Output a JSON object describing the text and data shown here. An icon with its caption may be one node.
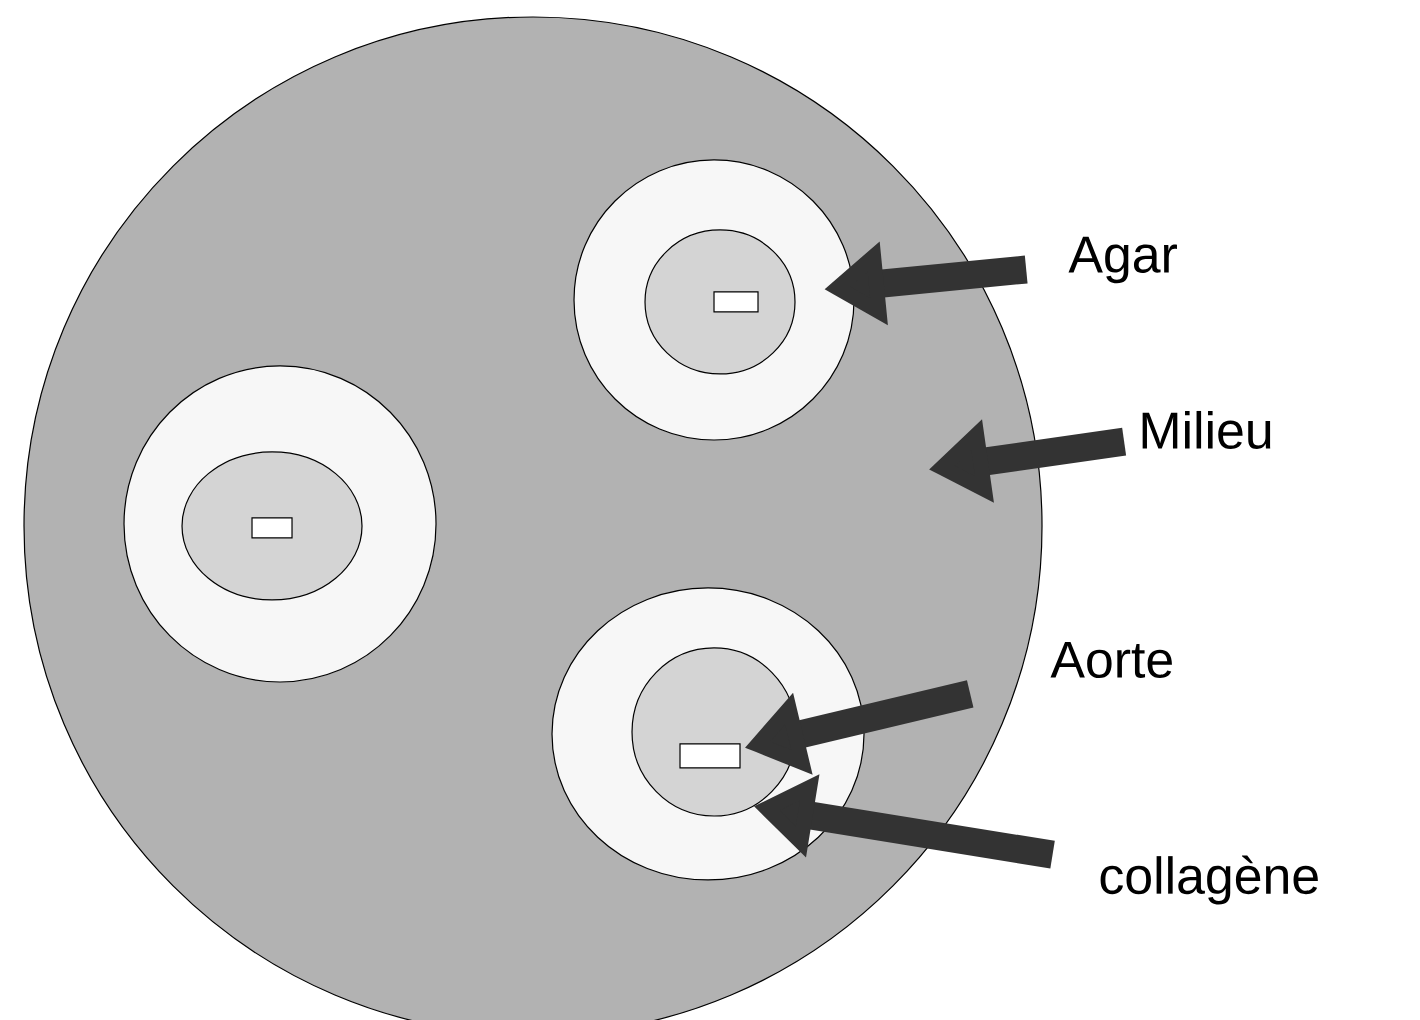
{
  "diagram": {
    "nodes": [
      {
        "text": [],
        "shape": "circle"
      },
      {
        "text": [],
        "shape": "circle",
        "in": 0
      },
      {
        "text": [],
        "shape": "circle",
        "in": 1
      },
      {
        "text": [],
        "shape": "box",
        "in": 2
      },
      {
        "text": [],
        "shape": "circle",
        "in": 0
      },
      {
        "text": [],
        "shape": "circle",
        "in": 4
      },
      {
        "text": [],
        "shape": "box",
        "in": 5
      },
      {
        "text": [],
        "shape": "circle",
        "in": 0
      },
      {
        "text": [],
        "shape": "circle",
        "in": 7
      },
      {
        "text": [],
        "shape": "box",
        "in": 8
      },
      {
        "text": [
          "Agar"
        ]
      },
      {
        "text": [
          "Milieu"
        ]
      },
      {
        "text": [
          "Aorte"
        ]
      },
      {
        "text": [
          "collagène"
        ]
      }
    ],
    "edges": [
      {
        "from": 10,
        "to": 4,
        "arrow": "to"
      },
      {
        "from": 11,
        "to": 0,
        "arrow": "to"
      },
      {
        "from": 12,
        "to": 9,
        "arrow": "to"
      },
      {
        "from": 13,
        "to": 8,
        "arrow": "to"
      }
    ]
  }
}
